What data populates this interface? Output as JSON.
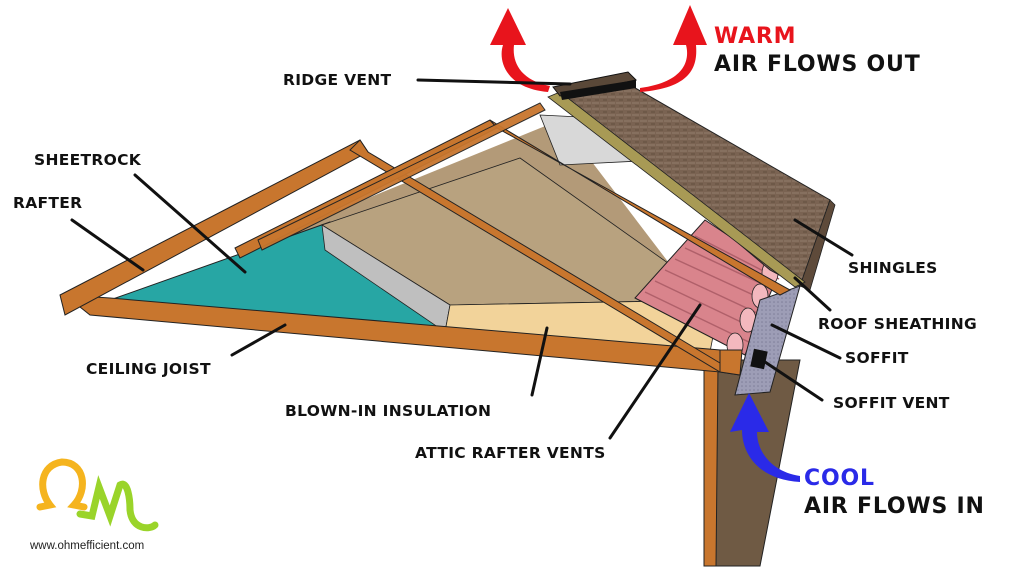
{
  "labels": {
    "ridge_vent": "RIDGE VENT",
    "sheetrock": "SHEETROCK",
    "rafter": "RAFTER",
    "ceiling_joist": "CEILING JOIST",
    "blown_in_insulation": "BLOWN-IN INSULATION",
    "attic_rafter_vents": "ATTIC RAFTER VENTS",
    "shingles": "SHINGLES",
    "roof_sheathing": "ROOF SHEATHING",
    "soffit": "SOFFIT",
    "soffit_vent": "SOFFIT VENT"
  },
  "airflow": {
    "out_word": "WARM",
    "out_text": "AIR FLOWS OUT",
    "in_word": "COOL",
    "in_text": "AIR FLOWS IN"
  },
  "logo": {
    "mark": "Ωm",
    "url": "www.ohmefficient.com"
  },
  "colors": {
    "warm": "#e8141c",
    "cool": "#2a2ae8",
    "wood": "#c8762e",
    "sheetrock": "#27a6a4",
    "insulation": "#f2d39a",
    "shingles": "#7a6352",
    "rafter_vent": "#d9848c",
    "soffit": "#9a9ab4"
  }
}
